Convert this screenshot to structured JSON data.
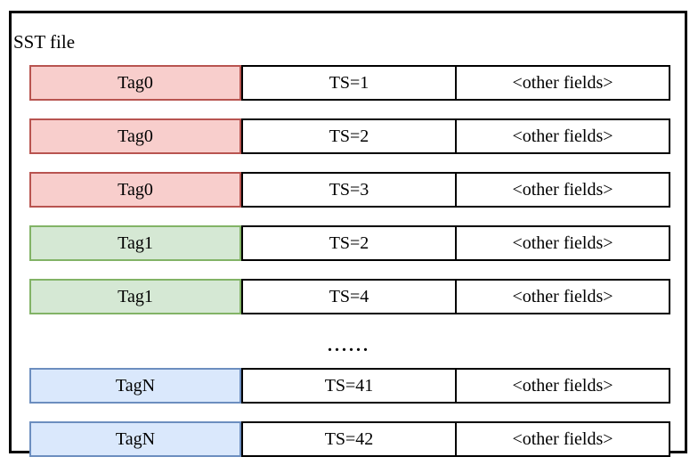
{
  "diagram": {
    "title": "SST file",
    "rows": [
      {
        "tag": "Tag0",
        "ts": "TS=1",
        "other": "<other fields>",
        "color": "red"
      },
      {
        "tag": "Tag0",
        "ts": "TS=2",
        "other": "<other fields>",
        "color": "red"
      },
      {
        "tag": "Tag0",
        "ts": "TS=3",
        "other": "<other fields>",
        "color": "red"
      },
      {
        "tag": "Tag1",
        "ts": "TS=2",
        "other": "<other fields>",
        "color": "green"
      },
      {
        "tag": "Tag1",
        "ts": "TS=4",
        "other": "<other fields>",
        "color": "green"
      },
      {
        "type": "ellipsis",
        "label": "......"
      },
      {
        "tag": "TagN",
        "ts": "TS=41",
        "other": "<other fields>",
        "color": "blue"
      },
      {
        "tag": "TagN",
        "ts": "TS=42",
        "other": "<other fields>",
        "color": "blue"
      }
    ],
    "colors": {
      "red": {
        "fill": "#f8cecc",
        "stroke": "#b85450"
      },
      "green": {
        "fill": "#d5e8d4",
        "stroke": "#82b366"
      },
      "blue": {
        "fill": "#dae8fc",
        "stroke": "#6c8ebf"
      }
    }
  }
}
